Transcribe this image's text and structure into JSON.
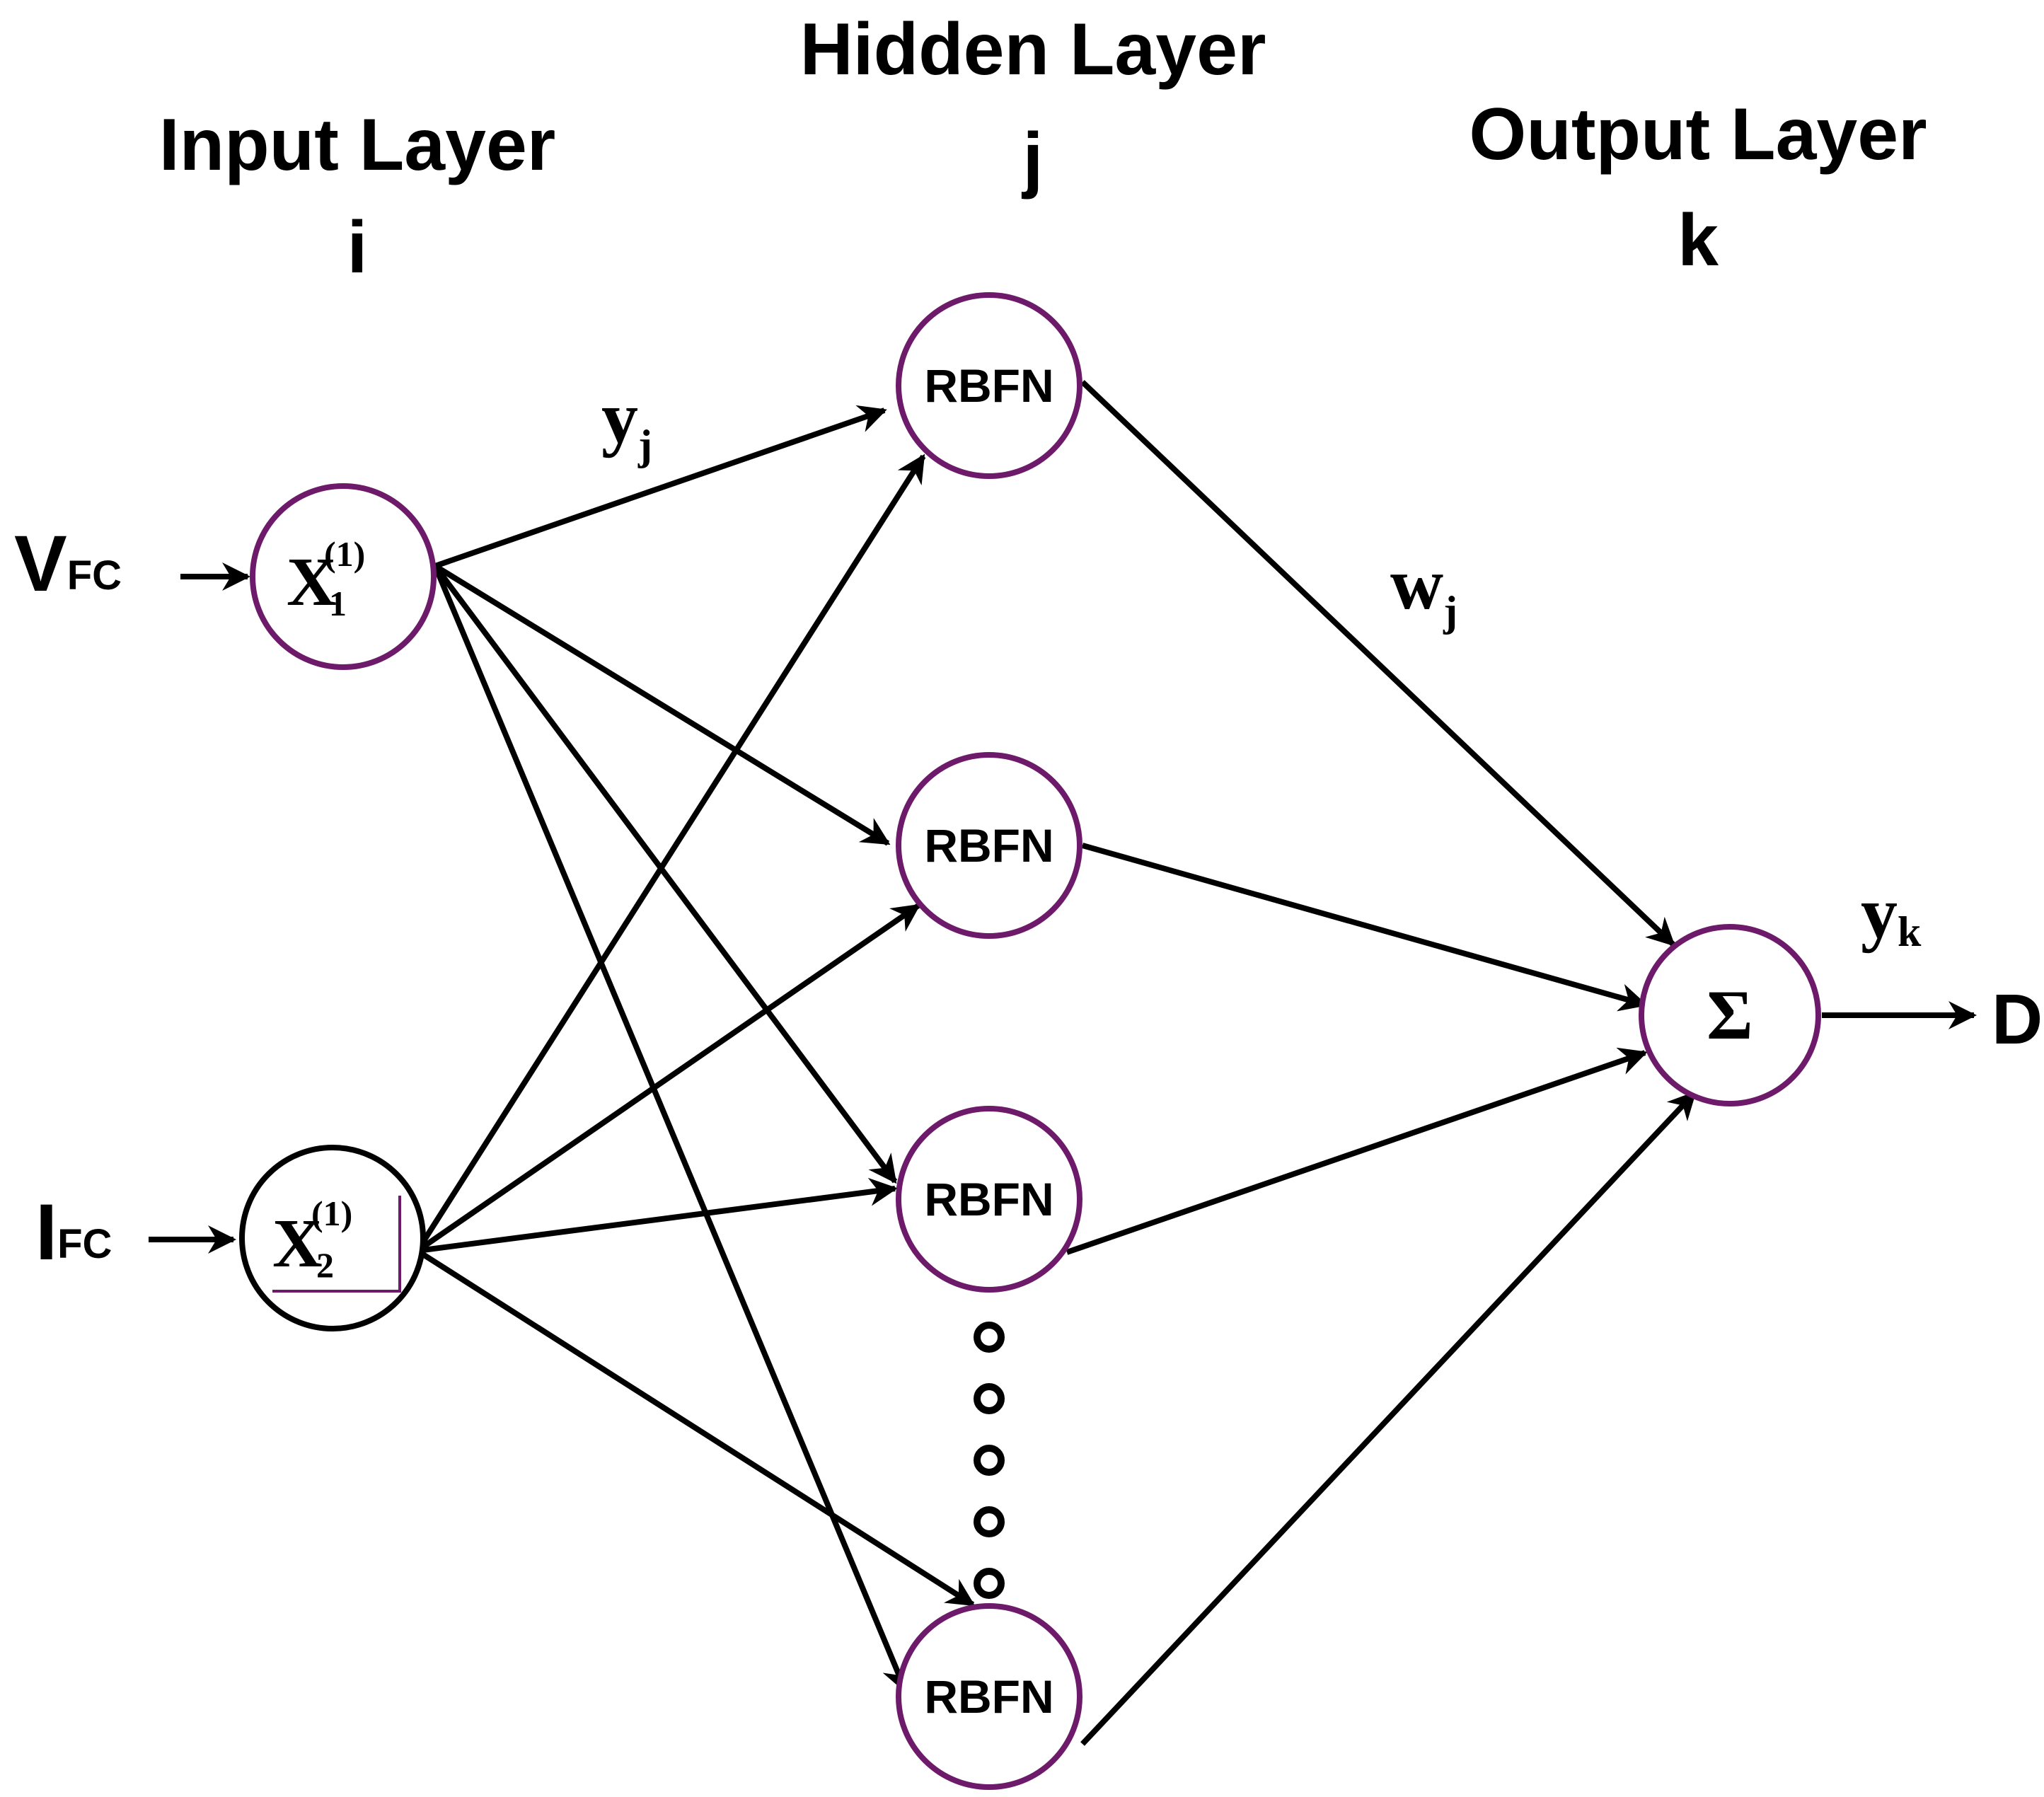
{
  "layers": {
    "input": {
      "title": "Input Layer",
      "index": "i"
    },
    "hidden": {
      "title": "Hidden Layer",
      "index": "j"
    },
    "output": {
      "title": "Output Layer",
      "index": "k"
    }
  },
  "inputs": [
    {
      "signal": "V",
      "signal_sub": "FC",
      "node_main": "X",
      "node_sub": "1",
      "node_sup": "(1)"
    },
    {
      "signal": "I",
      "signal_sub": "FC",
      "node_main": "X",
      "node_sub": "2",
      "node_sup": "(1)"
    }
  ],
  "hidden_nodes": [
    "RBFN",
    "RBFN",
    "RBFN",
    "RBFN"
  ],
  "ellipsis_dot_count": 5,
  "output_node": {
    "symbol": "Σ",
    "output_label": "D"
  },
  "edge_labels": {
    "input_to_hidden": {
      "main": "y",
      "sub": "j"
    },
    "hidden_to_output": {
      "main": "w",
      "sub": "j"
    },
    "output": {
      "main": "y",
      "sub": "k"
    }
  },
  "colors": {
    "node_stroke": "#6e1a6a",
    "edge": "#000000",
    "text": "#000000"
  }
}
